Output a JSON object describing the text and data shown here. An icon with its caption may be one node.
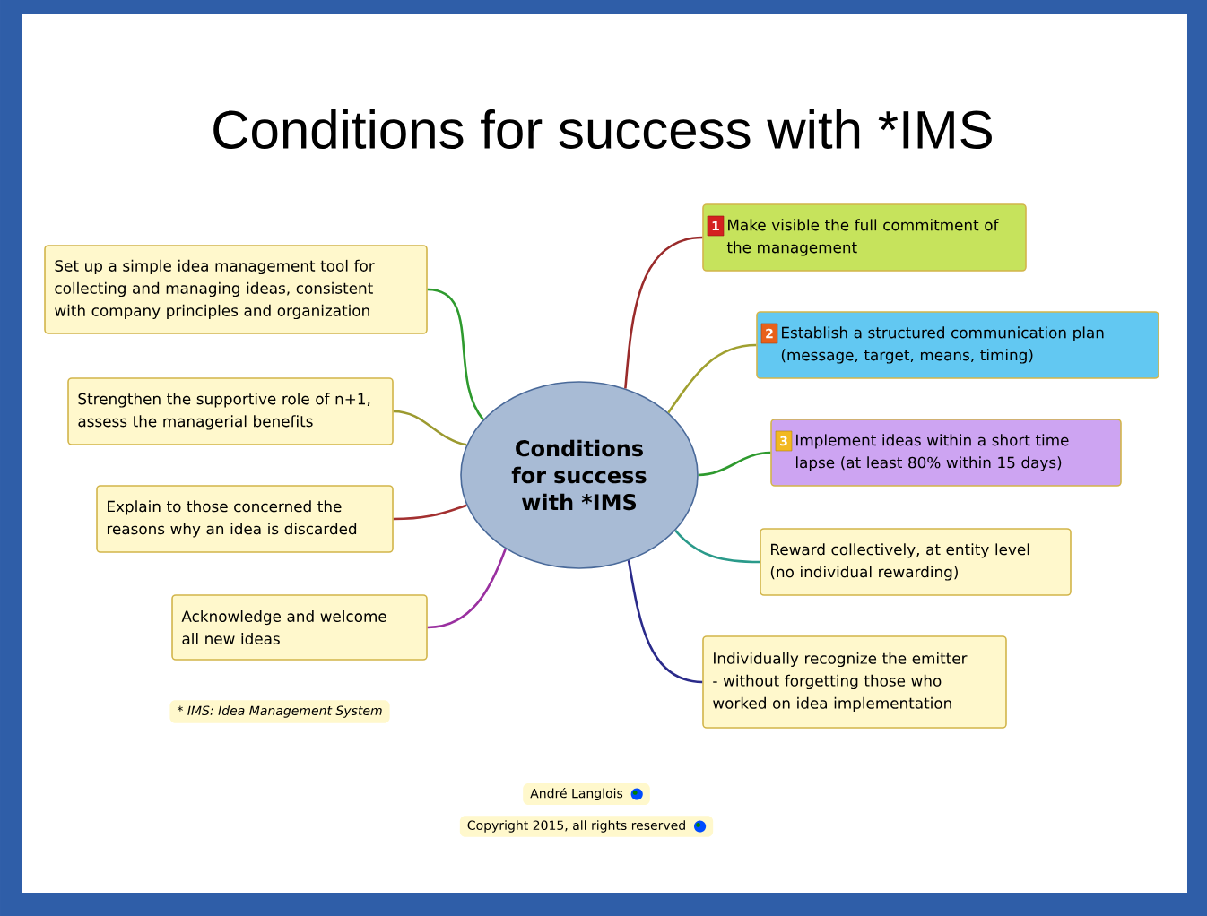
{
  "diagram": {
    "title": "Conditions for success with *IMS",
    "nodes": [
      {
        "text": [
          "Conditions for success with *IMS"
        ]
      },
      {
        "text": [
          "Set up a simple idea management tool for collecting and managing ideas, consistent with company principles and organization"
        ]
      },
      {
        "text": [
          "Strengthen the supportive role of n+1, assess the managerial benefits"
        ]
      },
      {
        "text": [
          "Explain to those concerned the reasons why an idea is discarded"
        ]
      },
      {
        "text": [
          "Acknowledge and welcome all new ideas"
        ]
      },
      {
        "text": [
          "1",
          "Make visible the full commitment of the management"
        ]
      },
      {
        "text": [
          "2",
          "Establish a structured communication plan (message, target, means, timing)"
        ]
      },
      {
        "text": [
          "3",
          "Implement ideas within a short time lapse (at least 80% within 15 days)"
        ]
      },
      {
        "text": [
          "Reward collectively, at entity level (no individual rewarding)"
        ]
      },
      {
        "text": [
          "Individually recognize the emitter - without forgetting those who worked on idea implementation"
        ]
      }
    ],
    "edges": [
      {
        "from": 0,
        "to": 1,
        "arrow": "none",
        "color": "#2e9a2e"
      },
      {
        "from": 0,
        "to": 2,
        "arrow": "none",
        "color": "#9c9a30"
      },
      {
        "from": 0,
        "to": 3,
        "arrow": "none",
        "color": "#a33030"
      },
      {
        "from": 0,
        "to": 4,
        "arrow": "none",
        "color": "#9a30a0"
      },
      {
        "from": 0,
        "to": 5,
        "arrow": "none",
        "color": "#9a2b2b"
      },
      {
        "from": 0,
        "to": 6,
        "arrow": "none",
        "color": "#a0a030"
      },
      {
        "from": 0,
        "to": 7,
        "arrow": "none",
        "color": "#2e9a2e"
      },
      {
        "from": 0,
        "to": 8,
        "arrow": "none",
        "color": "#2a9a8a"
      },
      {
        "from": 0,
        "to": 9,
        "arrow": "none",
        "color": "#2a2a8a"
      }
    ],
    "labels": [
      "* IMS: Idea Management System",
      "André Langlois",
      "Copyright 2015, all rights reserved"
    ]
  }
}
